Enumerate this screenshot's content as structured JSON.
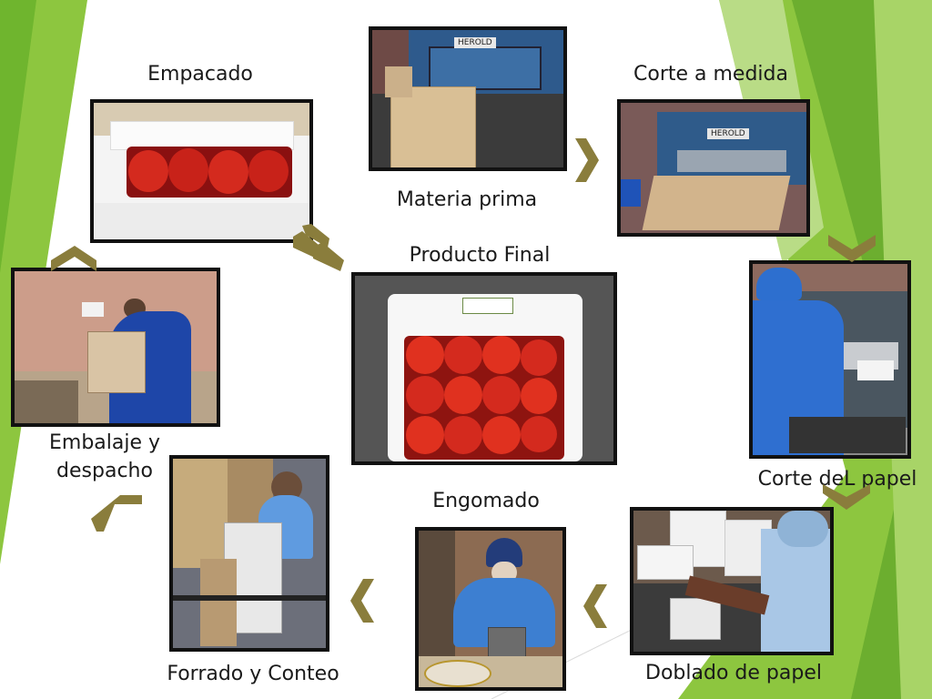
{
  "steps": {
    "materia_prima": "Materia prima",
    "corte_medida": "Corte a medida",
    "corte_papel": "Corte deL papel",
    "doblado": "Doblado de papel",
    "engomado": "Engomado",
    "forrado": "Forrado y Conteo",
    "embalaje_line1": "Embalaje y",
    "embalaje_line2": "despacho",
    "empacado": "Empacado",
    "producto_final": "Producto Final"
  },
  "machine_brand": "HEROLD",
  "colors": {
    "green_light": "#8dc63f",
    "green_dark": "#5a9e2a",
    "arrow": "#8a7d3c",
    "rose": "#d42a1e",
    "frame": "#111111"
  },
  "icons": [
    "chevron-right-icon",
    "chevron-down-icon",
    "chevron-left-icon",
    "chevron-up-icon",
    "chevron-right-double-icon"
  ]
}
